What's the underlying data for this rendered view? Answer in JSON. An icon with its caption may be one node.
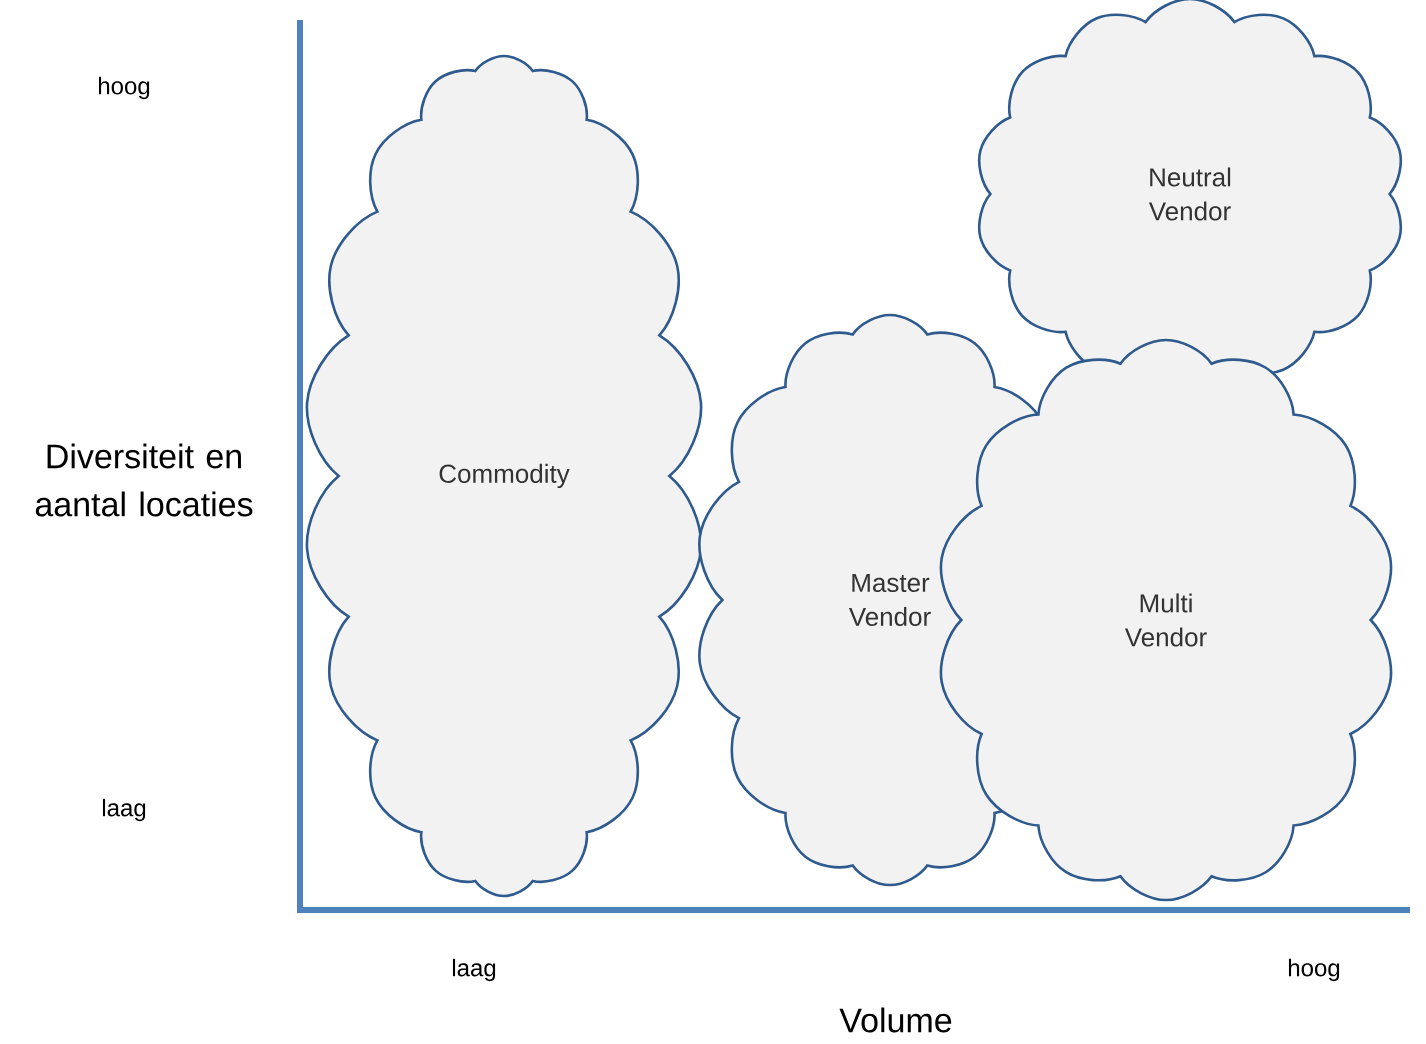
{
  "diagram": {
    "nodes": [
      {
        "text": [
          "Neutral Vendor"
        ]
      },
      {
        "text": [
          "Commodity"
        ]
      },
      {
        "text": [
          "Master Vendor"
        ]
      },
      {
        "text": [
          "Multi Vendor"
        ]
      }
    ],
    "labels": [
      "hoog",
      "Diversiteit en aantal locaties",
      "laag",
      "laag",
      "hoog",
      "Volume"
    ]
  }
}
